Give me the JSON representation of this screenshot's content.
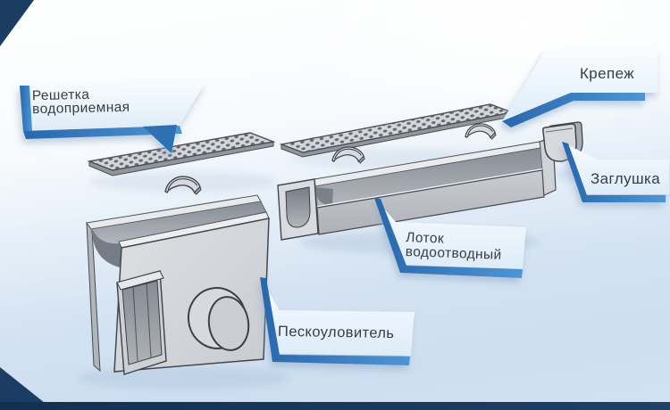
{
  "callouts": {
    "grate": {
      "line1": "Решетка",
      "line2": "водоприемная"
    },
    "fastener": {
      "line1": "Крепеж"
    },
    "end_cap": {
      "line1": "Заглушка"
    },
    "channel": {
      "line1": "Лоток",
      "line2": "водоотводный"
    },
    "sand_trap": {
      "line1": "Пескоуловитель"
    }
  },
  "colors": {
    "accent_blue": "#2d70b4",
    "accent_blue_light": "#4e95d6",
    "corner_navy": "#1b3c63",
    "callout_fill_top": "#f9fcff",
    "callout_fill_bottom": "#ddecf8",
    "label_text": "#363d49",
    "part_light_gray": "#d6d9dd",
    "part_dark_gray": "#8d929a",
    "background_blue": "#cfdff0"
  }
}
